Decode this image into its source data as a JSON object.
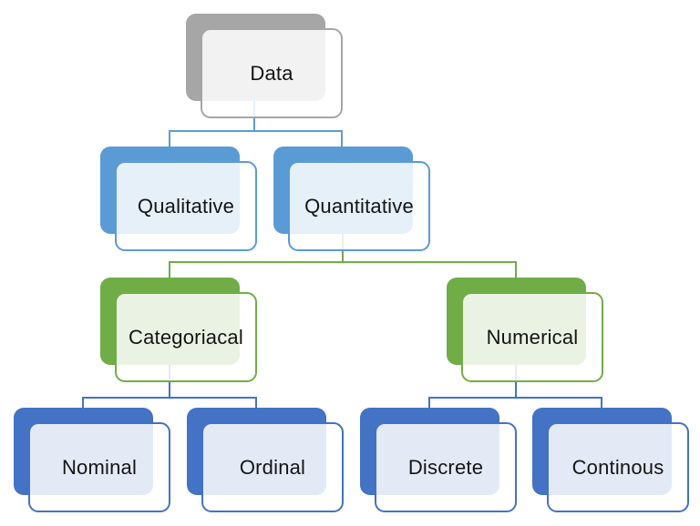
{
  "diagram": {
    "type": "hierarchy-tree",
    "nodes": [
      {
        "id": "data",
        "label": "Data",
        "scheme": "gray",
        "parent": null
      },
      {
        "id": "qualitative",
        "label": "Qualitative",
        "scheme": "blue",
        "parent": "data"
      },
      {
        "id": "quantitative",
        "label": "Quantitative",
        "scheme": "blue",
        "parent": "data"
      },
      {
        "id": "categoriacal",
        "label": "Categoriacal",
        "scheme": "green",
        "parent": "quantitative"
      },
      {
        "id": "numerical",
        "label": "Numerical",
        "scheme": "green",
        "parent": "quantitative"
      },
      {
        "id": "nominal",
        "label": "Nominal",
        "scheme": "dark_blue",
        "parent": "categoriacal"
      },
      {
        "id": "ordinal",
        "label": "Ordinal",
        "scheme": "dark_blue",
        "parent": "categoriacal"
      },
      {
        "id": "discrete",
        "label": "Discrete",
        "scheme": "dark_blue",
        "parent": "numerical"
      },
      {
        "id": "continous",
        "label": "Continous",
        "scheme": "dark_blue",
        "parent": "numerical"
      }
    ],
    "edges": [
      {
        "from": "data",
        "to": "qualitative",
        "color": "#5B9BD5"
      },
      {
        "from": "data",
        "to": "quantitative",
        "color": "#5B9BD5"
      },
      {
        "from": "quantitative",
        "to": "categoriacal",
        "color": "#70AD47"
      },
      {
        "from": "quantitative",
        "to": "numerical",
        "color": "#70AD47"
      },
      {
        "from": "categoriacal",
        "to": "nominal",
        "color": "#4472C4"
      },
      {
        "from": "categoriacal",
        "to": "ordinal",
        "color": "#4472C4"
      },
      {
        "from": "numerical",
        "to": "discrete",
        "color": "#4472C4"
      },
      {
        "from": "numerical",
        "to": "continous",
        "color": "#4472C4"
      }
    ],
    "colors": {
      "gray": "#A6A6A6",
      "blue": "#5B9BD5",
      "green": "#70AD47",
      "dark_blue": "#4472C4",
      "text": "#141414",
      "background": "#FFFFFF"
    }
  }
}
